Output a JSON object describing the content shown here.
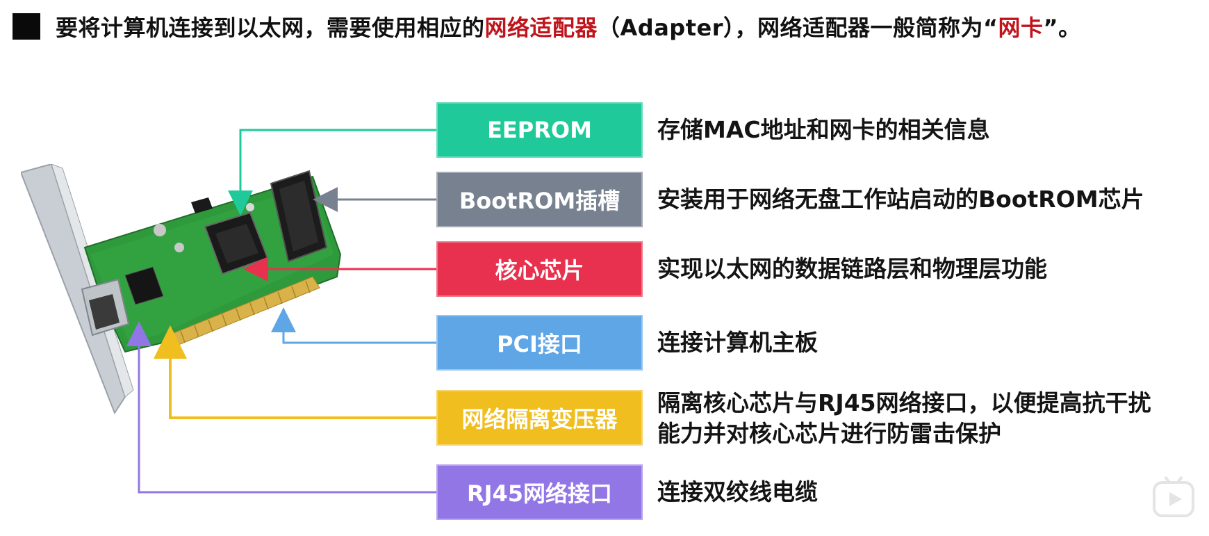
{
  "header": {
    "text_before": "要将计算机连接到以太网，需要使用相应的",
    "highlight_1": "网络适配器",
    "text_middle": "（Adapter），网络适配器一般简称为“",
    "highlight_2": "网卡",
    "text_after": "”。"
  },
  "components": [
    {
      "label": "EEPROM",
      "color": "#1fc99a",
      "description": "存储MAC地址和网卡的相关信息"
    },
    {
      "label": "BootROM插槽",
      "color": "#77818f",
      "description": "安装用于网络无盘工作站启动的BootROM芯片"
    },
    {
      "label": "核心芯片",
      "color": "#e8314e",
      "description": "实现以太网的数据链路层和物理层功能"
    },
    {
      "label": "PCI接口",
      "color": "#5fa6e6",
      "description": "连接计算机主板"
    },
    {
      "label": "网络隔离变压器",
      "color": "#f0be1e",
      "description_line1": "隔离核心芯片与RJ45网络接口，以便提高抗干扰",
      "description_line2": "能力并对核心芯片进行防雷击保护"
    },
    {
      "label": "RJ45网络接口",
      "color": "#9376e6",
      "description": "连接双绞线电缆"
    }
  ]
}
